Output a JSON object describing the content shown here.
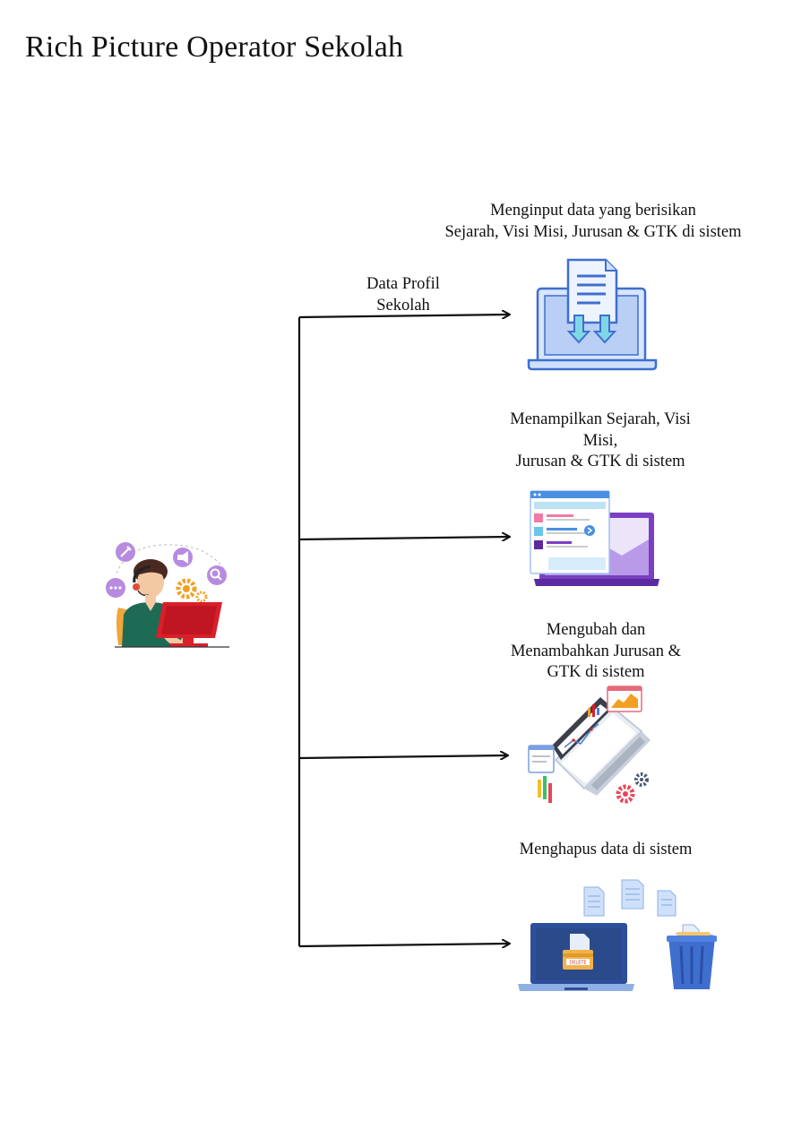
{
  "title": "Rich Picture Operator Sekolah",
  "edge_label": [
    "Data Profil",
    "Sekolah"
  ],
  "items": [
    {
      "lines": [
        "Menginput data yang berisikan",
        "Sejarah, Visi Misi, Jurusan & GTK di sistem"
      ],
      "icon": "laptop-document-download-icon"
    },
    {
      "lines": [
        "Menampilkan Sejarah, Visi",
        "Misi,",
        "Jurusan & GTK di sistem"
      ],
      "icon": "laptop-web-pages-icon"
    },
    {
      "lines": [
        "Mengubah dan",
        "Menambahkan Jurusan &",
        "GTK di sistem"
      ],
      "icon": "laptop-charts-gears-icon"
    },
    {
      "lines": [
        "Menghapus data di sistem"
      ],
      "icon": "laptop-delete-trash-icon"
    }
  ],
  "actor_icon": "operator-at-computer-icon",
  "delete_tag": "DELETE",
  "colors": {
    "line": "#111111",
    "blue": "#4a7fd6",
    "light_blue": "#cfe0fb",
    "purple": "#7b3fc2",
    "red": "#d91f2a",
    "green": "#1e6b55"
  }
}
